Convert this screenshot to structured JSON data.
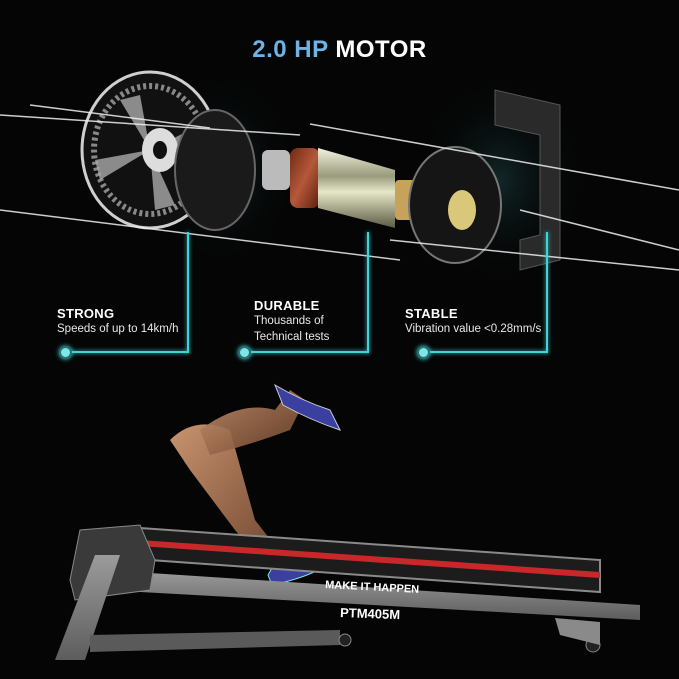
{
  "title": {
    "highlight": "2.0 HP",
    "rest": "MOTOR",
    "highlight_color": "#6fb2e6"
  },
  "features": [
    {
      "heading": "STRONG",
      "lines": [
        "Speeds of up to 14km/h"
      ]
    },
    {
      "heading": "DURABLE",
      "lines": [
        "Thousands of",
        "Technical tests"
      ]
    },
    {
      "heading": "STABLE",
      "lines": [
        "Vibration value <0.28mm/s"
      ]
    }
  ],
  "treadmill": {
    "belt_text": "MAKE IT HAPPEN",
    "model": "PTM405M"
  },
  "colors": {
    "accent_line": "#3fd4d8",
    "belt_stripe": "#c8282a",
    "background": "#050505"
  }
}
